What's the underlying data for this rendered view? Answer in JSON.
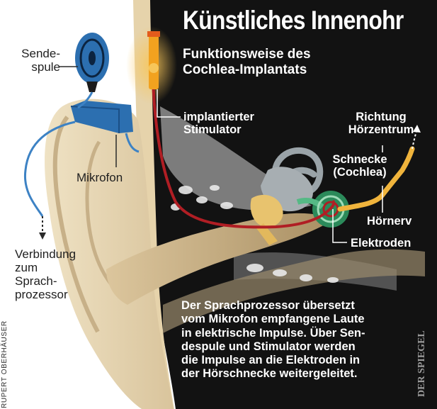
{
  "title": "Künstliches Innenohr",
  "subtitle": [
    "Funktionsweise des",
    "Cochlea-Implantats"
  ],
  "labels": {
    "sendespule": [
      "Sende-",
      "spule"
    ],
    "mikrofon": "Mikrofon",
    "verbindung": [
      "Verbindung",
      "zum",
      "Sprach-",
      "prozessor"
    ],
    "stimulator": [
      "implantierter",
      "Stimulator"
    ],
    "richtung": [
      "Richtung",
      "Hörzentrum"
    ],
    "schnecke": [
      "Schnecke",
      "(Cochlea)"
    ],
    "hoernerv": "Hörnerv",
    "elektroden": "Elektroden"
  },
  "caption": [
    "Der Sprachprozessor übersetzt",
    "vom Mikrofon empfangene Laute",
    "in elektrische Impulse. Über Sen-",
    "despule und Stimulator werden",
    "die Impulse an die Elektroden in",
    "der Hörschnecke weitergeleitet."
  ],
  "credit": "RUPERT OBERHÄUSER",
  "logo_text": "DER SPIEGEL",
  "colors": {
    "background_dark": "#121212",
    "skin": "#e8d7b4",
    "skin_shadow": "#c7b088",
    "device_blue": "#2c6fb0",
    "cable_blue": "#3d82c4",
    "wire_red": "#b01e24",
    "stimulator_orange": "#f2a21f",
    "cochlea_green": "#2b8a5a",
    "nerve_yellow": "#f0b43c",
    "bone_grey": "#8f8f8f"
  }
}
